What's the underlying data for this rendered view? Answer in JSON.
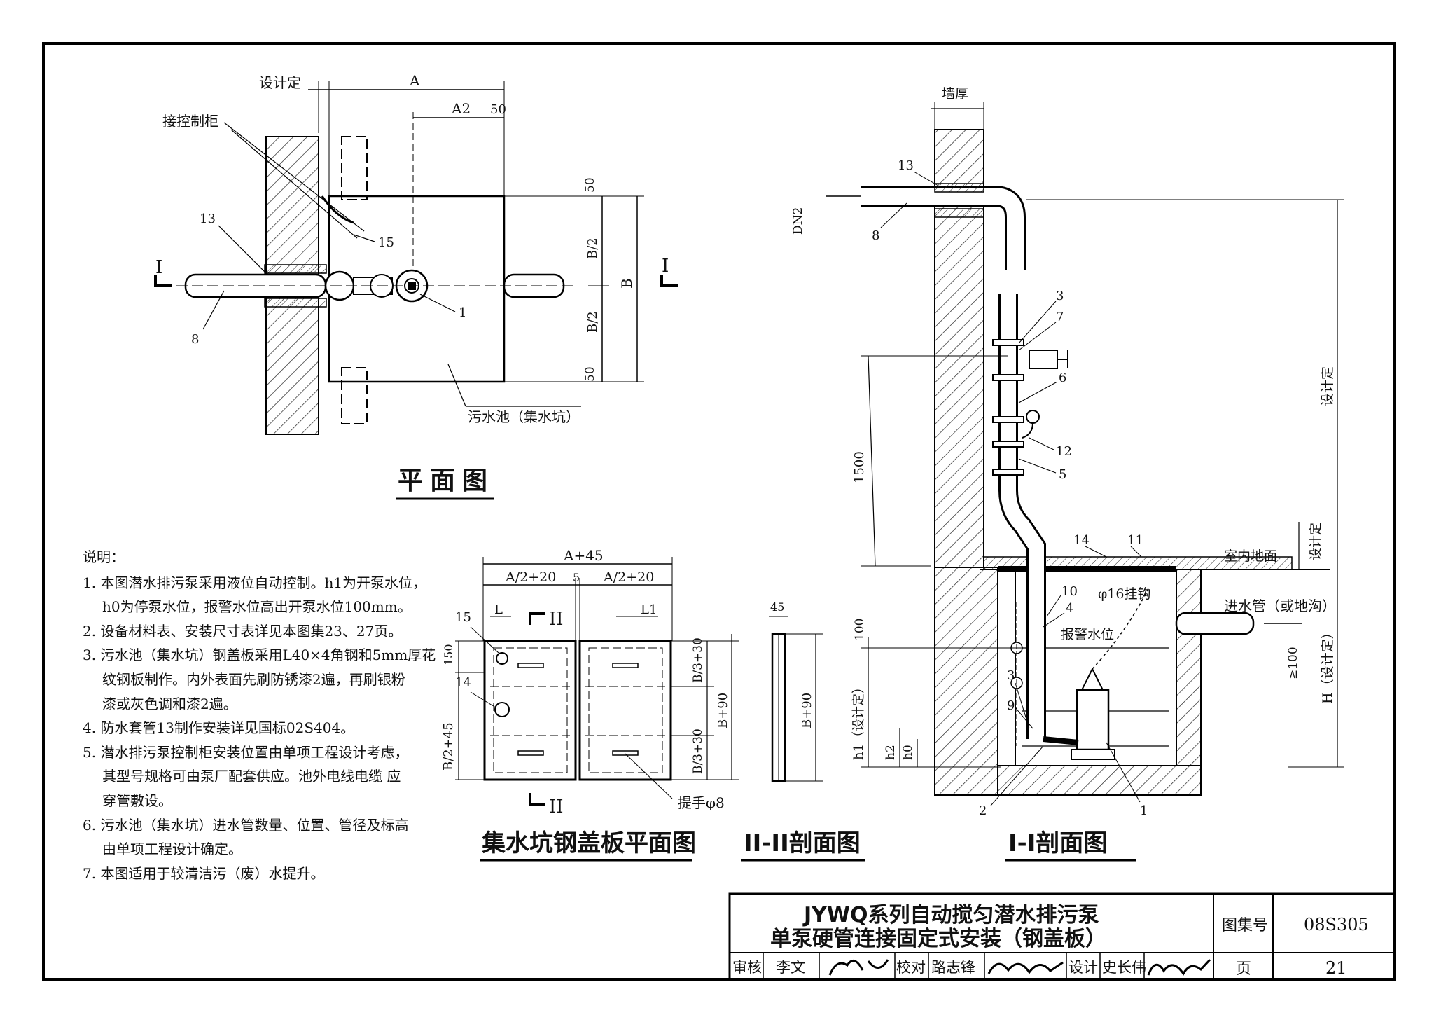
{
  "plan_view": {
    "title": "平面图",
    "labels": {
      "design_fixed": "设计定",
      "dim_A": "A",
      "dim_A2": "A2",
      "dim_50_top": "50",
      "control_cabinet": "接控制柜",
      "dim_50_a": "50",
      "dim_B2_a": "B/2",
      "dim_B": "B",
      "dim_B2_b": "B/2",
      "dim_50_b": "50",
      "tag_13": "13",
      "tag_15": "15",
      "tag_1": "1",
      "tag_8": "8",
      "section_I_left": "I",
      "section_I_right": "I",
      "sump_label": "污水池（集水坑）"
    }
  },
  "cover_plan": {
    "title": "集水坑钢盖板平面图",
    "labels": {
      "dim_A45": "A+45",
      "dim_A2_20_left": "A/2+20",
      "dim_5": "5",
      "dim_A2_20_right": "A/2+20",
      "dim_L": "L",
      "dim_L1": "L1",
      "tag_15": "15",
      "tag_14": "14",
      "dim_150": "150",
      "dim_B2_45": "B/2+45",
      "dim_B3_30_a": "B/3+30",
      "dim_B90": "B+90",
      "dim_B3_30_b": "B/3+30",
      "section_II_top": "II",
      "section_II_bottom": "II",
      "handle": "提手φ8"
    }
  },
  "section_II": {
    "title": "II-II剖面图",
    "labels": {
      "dim_45": "45",
      "dim_B90": "B+90"
    }
  },
  "section_I": {
    "title": "I-I剖面图",
    "labels": {
      "wall_thickness": "墙厚",
      "tag_13": "13",
      "dn2": "DN2",
      "tag_8": "8",
      "tag_3a": "3",
      "tag_7": "7",
      "tag_6": "6",
      "tag_12": "12",
      "tag_5": "5",
      "dim_1500": "1500",
      "design_fixed_tall": "设计定",
      "tag_14": "14",
      "tag_11": "11",
      "indoor_floor": "室内地面",
      "design_fixed_small": "设计定",
      "tag_10": "10",
      "hook": "φ16挂钩",
      "inlet_pipe": "进水管（或地沟）",
      "tag_4": "4",
      "alarm_level": "报警水位",
      "dim_100": "100",
      "dim_ge100": "≥100",
      "dim_H": "H（设计定）",
      "dim_h1": "h1（设计定）",
      "tag_3b": "3",
      "tag_9": "9",
      "dim_h2": "h2",
      "dim_h0": "h0",
      "tag_2": "2",
      "tag_1": "1"
    }
  },
  "notes": {
    "heading": "说明：",
    "items": [
      [
        "1. 本图潜水排污泵采用液位自动控制。h1为开泵水位，",
        "h0为停泵水位，报警水位高出开泵水位100mm。"
      ],
      [
        "2. 设备材料表、安装尺寸表详见本图集23、27页。"
      ],
      [
        "3. 污水池（集水坑）钢盖板采用L40×4角钢和5mm厚花",
        "纹钢板制作。内外表面先刷防锈漆2遍，再刷银粉",
        "漆或灰色调和漆2遍。"
      ],
      [
        "4. 防水套管13制作安装详见国标02S404。"
      ],
      [
        "5. 潜水排污泵控制柜安装位置由单项工程设计考虑，",
        "其型号规格可由泵厂配套供应。池外电线电缆 应",
        "穿管敷设。"
      ],
      [
        "6. 污水池（集水坑）进水管数量、位置、管径及标高",
        "由单项工程设计确定。"
      ],
      [
        "7. 本图适用于较清洁污（废）水提升。"
      ]
    ]
  },
  "title_block": {
    "title_line1": "JYWQ系列自动搅匀潜水排污泵",
    "title_line2": "单泵硬管连接固定式安装（钢盖板）",
    "atlas_no_label": "图集号",
    "atlas_no": "08S305",
    "review_label": "审核",
    "reviewer": "李文",
    "check_label": "校对",
    "checker": "路志锋",
    "design_label": "设计",
    "designer": "史长伟",
    "page_label": "页",
    "page": "21"
  }
}
